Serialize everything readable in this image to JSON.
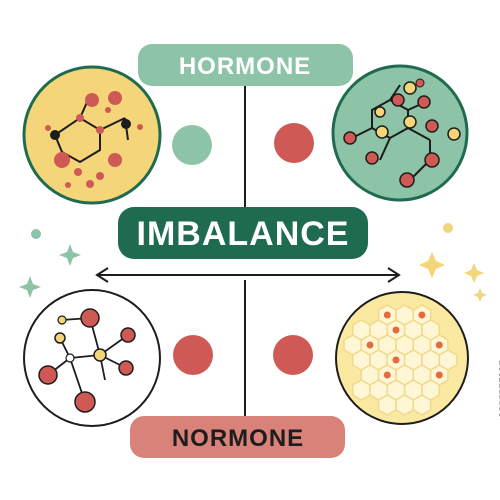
{
  "labels": {
    "top": "HORMONE",
    "center": "IMBALANCE",
    "bottom": "NORMONE"
  },
  "stock_id": "1986277117",
  "colors": {
    "sage_green": "#8dc3a6",
    "dark_green": "#1f6b4f",
    "coral_red": "#cf5a55",
    "soft_red": "#d9827a",
    "mustard_yellow": "#f5d57a",
    "pale_yellow": "#fbe9a2",
    "ink": "#1d1d1d"
  },
  "icons": {
    "top_left": "molecule-yellow-circle-icon",
    "top_right": "molecule-green-circle-icon",
    "bottom_left": "molecule-white-circle-icon",
    "bottom_right": "honeycomb-yellow-circle-icon",
    "arrow": "double-headed-arrow-icon",
    "sparkles": "sparkle-icon"
  }
}
